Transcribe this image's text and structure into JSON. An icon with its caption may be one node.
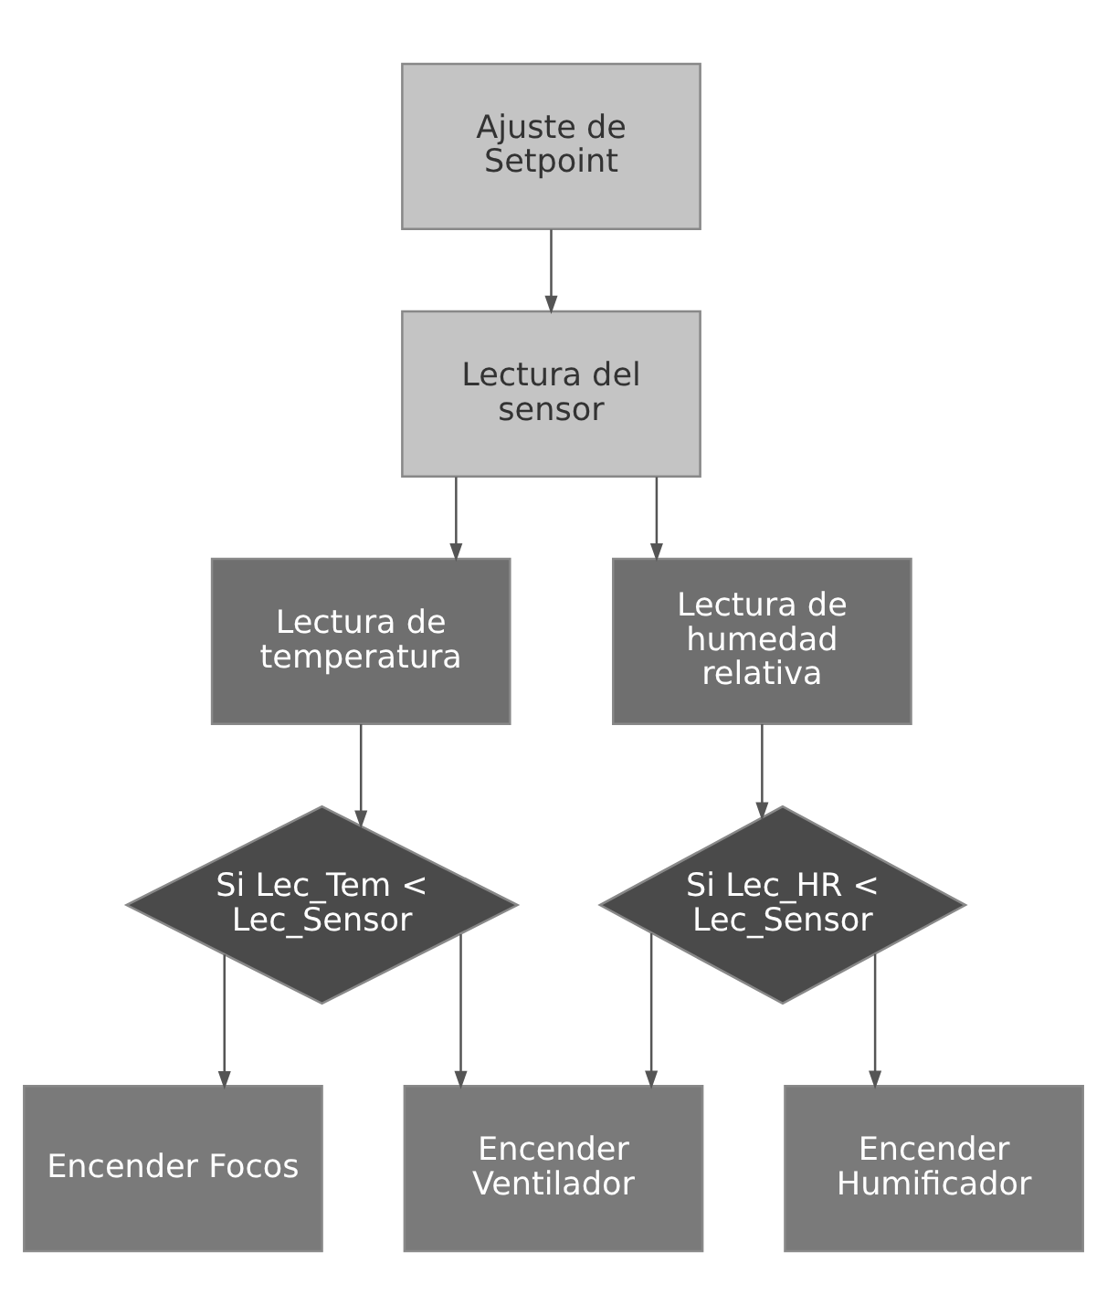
{
  "diagram": {
    "nodes": [
      {
        "text": [
          "Ajuste de Setpoint"
        ]
      },
      {
        "text": [
          "Lectura del sensor"
        ]
      },
      {
        "text": [
          "Lectura de temperatura"
        ]
      },
      {
        "text": [
          "Lectura de humedad relativa"
        ]
      },
      {
        "text": [
          "Si Lec_Tem < Lec_Sensor"
        ]
      },
      {
        "text": [
          "Si Lec_HR < Lec_Sensor"
        ]
      },
      {
        "text": [
          "Encender Focos"
        ]
      },
      {
        "text": [
          "Encender Ventilador"
        ]
      },
      {
        "text": [
          "Encender Humificador"
        ]
      }
    ],
    "edges": [
      {
        "from": 0,
        "to": 1,
        "arrow": "to"
      },
      {
        "from": 1,
        "to": 2,
        "arrow": "to"
      },
      {
        "from": 1,
        "to": 3,
        "arrow": "to"
      },
      {
        "from": 2,
        "to": 4,
        "arrow": "to"
      },
      {
        "from": 3,
        "to": 5,
        "arrow": "to"
      },
      {
        "from": 4,
        "to": 6,
        "arrow": "to"
      },
      {
        "from": 4,
        "to": 7,
        "arrow": "to"
      },
      {
        "from": 5,
        "to": 7,
        "arrow": "to"
      },
      {
        "from": 5,
        "to": 8,
        "arrow": "to"
      }
    ]
  }
}
